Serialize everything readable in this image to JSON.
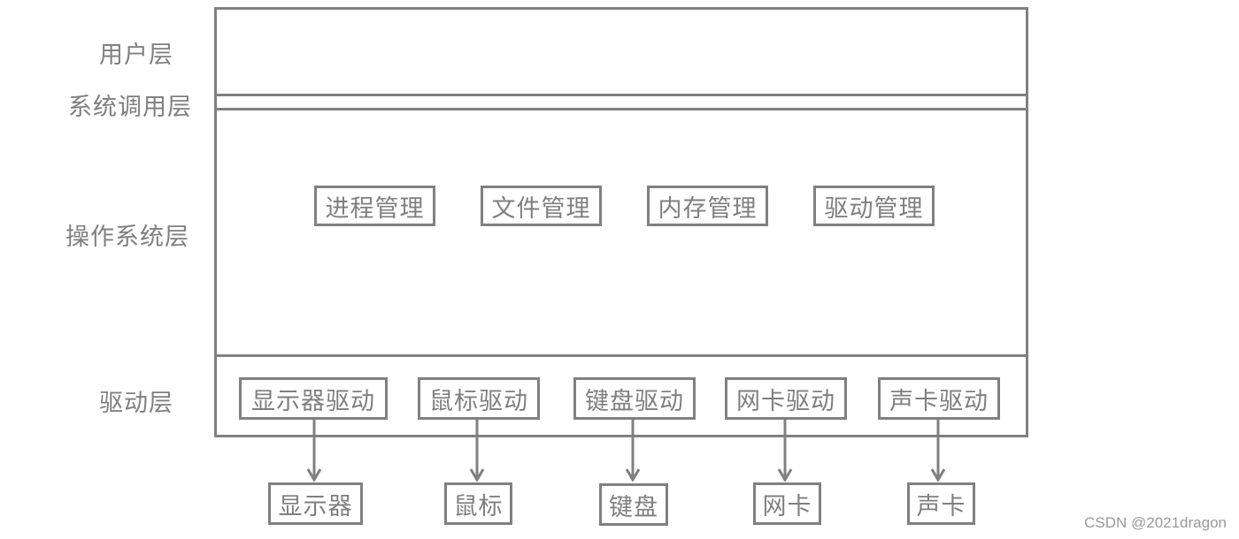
{
  "layers": {
    "user": "用户层",
    "syscall": "系统调用层",
    "os": "操作系统层",
    "driver": "驱动层"
  },
  "os_modules": [
    {
      "label": "进程管理"
    },
    {
      "label": "文件管理"
    },
    {
      "label": "内存管理"
    },
    {
      "label": "驱动管理"
    }
  ],
  "drivers": [
    {
      "label": "显示器驱动",
      "device": "显示器"
    },
    {
      "label": "鼠标驱动",
      "device": "鼠标"
    },
    {
      "label": "键盘驱动",
      "device": "键盘"
    },
    {
      "label": "网卡驱动",
      "device": "网卡"
    },
    {
      "label": "声卡驱动",
      "device": "声卡"
    }
  ],
  "watermark": "CSDN @2021dragon",
  "colors": {
    "line": "#808080",
    "text": "#7f7f7f",
    "background": "#ffffff"
  }
}
